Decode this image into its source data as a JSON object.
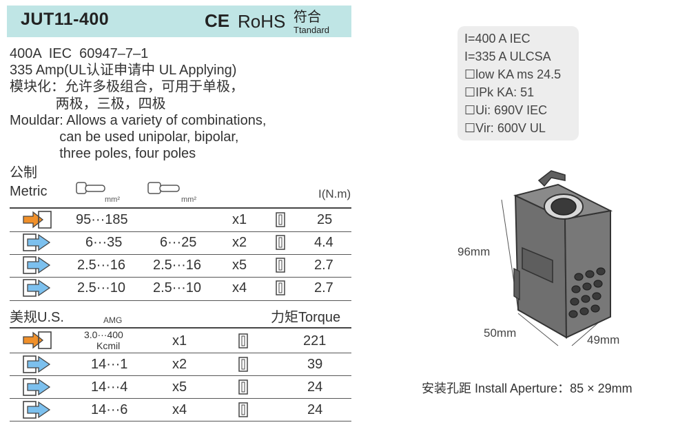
{
  "header": {
    "model": "JUT11-400",
    "ce": "CE",
    "rohs": "RoHS",
    "fuhe": "符合",
    "ttandard": "Ttandard"
  },
  "intro": [
    "400A  IEC  60947–7–1",
    "335 Amp(UL认证申请中 UL Applying)",
    "模块化：允许多极组合，可用于单极，",
    "            两极，三极，四极",
    "Mouldar: Allows a variety of combinations,",
    "             can be used unipolar, bipolar,",
    "             three poles, four poles"
  ],
  "metric": {
    "label_cn": "公制",
    "label_en": "Metric",
    "unit1": "mm²",
    "unit2": "mm²",
    "torque_header": "I(N.m)",
    "rows": [
      {
        "icon": "orange",
        "c1": "95···185",
        "c2": "",
        "mult": "x1",
        "torque": "25"
      },
      {
        "icon": "blue",
        "c1": "6···35",
        "c2": "6···25",
        "mult": "x2",
        "torque": "4.4"
      },
      {
        "icon": "blue",
        "c1": "2.5···16",
        "c2": "2.5···16",
        "mult": "x5",
        "torque": "2.7"
      },
      {
        "icon": "blue",
        "c1": "2.5···10",
        "c2": "2.5···10",
        "mult": "x4",
        "torque": "2.7"
      }
    ]
  },
  "us": {
    "label": "美规U.S.",
    "awg": "AMG",
    "torque_header": "力矩Torque",
    "rows": [
      {
        "icon": "orange",
        "c1a": "3.0···400",
        "c1b": "Kcmil",
        "mult": "x1",
        "torque": "221"
      },
      {
        "icon": "blue",
        "c1": "14···1",
        "mult": "x2",
        "torque": "39"
      },
      {
        "icon": "blue",
        "c1": "14···4",
        "mult": "x5",
        "torque": "24"
      },
      {
        "icon": "blue",
        "c1": "14···6",
        "mult": "x4",
        "torque": "24"
      }
    ]
  },
  "specs": [
    "I=400 A IEC",
    "I=335 A ULCSA",
    "☐low KA ms 24.5",
    "☐IPk KA: 51",
    "☐Ui: 690V IEC",
    "☐Vir: 600V UL"
  ],
  "dims": {
    "height": "96mm",
    "width": "50mm",
    "depth": "49mm"
  },
  "aperture": "安装孔距 Install Aperture：85 × 29mm",
  "colors": {
    "header_bg": "#bfe5e5",
    "orange": "#f0902a",
    "blue": "#7cc0ee"
  }
}
